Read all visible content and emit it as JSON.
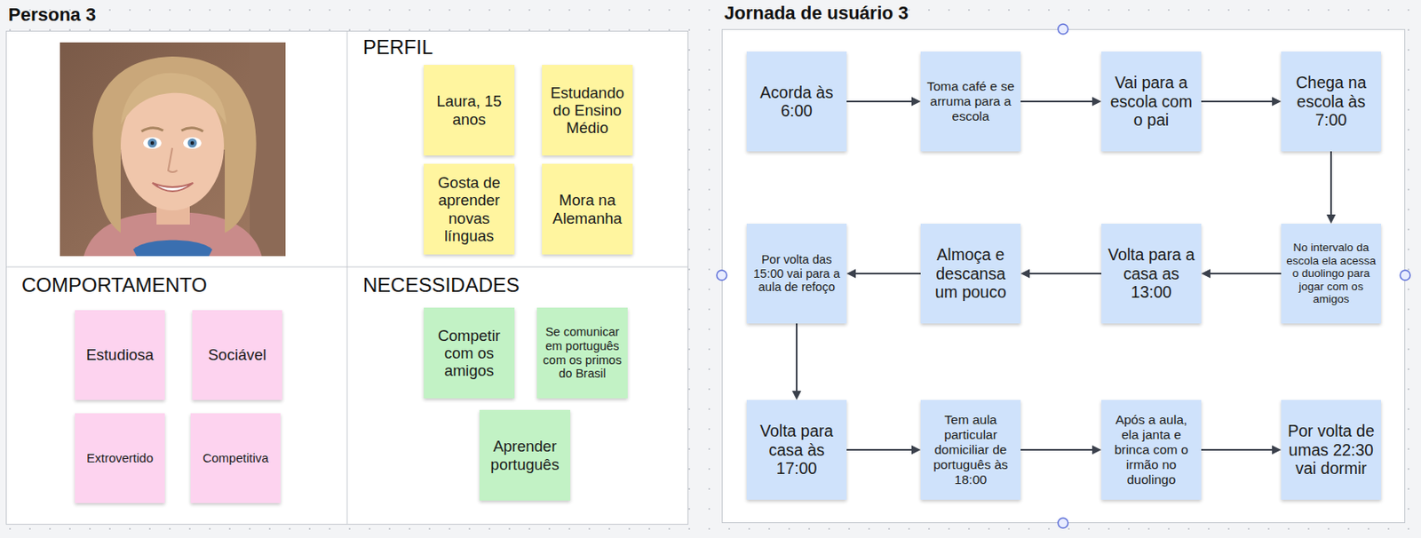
{
  "diagram": {
    "nodes": [
      {
        "text": [
          "Persona 3"
        ]
      },
      {
        "text": [
          "PERFIL"
        ],
        "in": 0
      },
      {
        "text": [
          "Laura, 15 anos"
        ],
        "in": 1
      },
      {
        "text": [
          "Estudando do Ensino Médio"
        ],
        "in": 1
      },
      {
        "text": [
          "Gosta de aprender novas línguas"
        ],
        "in": 1
      },
      {
        "text": [
          "Mora na Alemanha"
        ],
        "in": 1
      },
      {
        "text": [
          "COMPORTAMENTO"
        ],
        "in": 0
      },
      {
        "text": [
          "Estudiosa"
        ],
        "in": 6
      },
      {
        "text": [
          "Sociável"
        ],
        "in": 6
      },
      {
        "text": [
          "Extrovertido"
        ],
        "in": 6
      },
      {
        "text": [
          "Competitiva"
        ],
        "in": 6
      },
      {
        "text": [
          "NECESSIDADES"
        ],
        "in": 0
      },
      {
        "text": [
          "Competir com os amigos"
        ],
        "in": 11
      },
      {
        "text": [
          "Se comunicar em português com os primos do Brasil"
        ],
        "in": 11
      },
      {
        "text": [
          "Aprender português"
        ],
        "in": 11
      },
      {
        "text": [
          "Jornada de usuário 3"
        ]
      },
      {
        "text": [
          "Acorda às 6:00"
        ],
        "in": 15
      },
      {
        "text": [
          "Toma café e se arruma para a escola"
        ],
        "in": 15
      },
      {
        "text": [
          "Vai para a escola com o pai"
        ],
        "in": 15
      },
      {
        "text": [
          "Chega na escola às 7:00"
        ],
        "in": 15
      },
      {
        "text": [
          "No intervalo da escola ela acessa o duolingo para jogar com os amigos"
        ],
        "in": 15
      },
      {
        "text": [
          "Volta para a casa as 13:00"
        ],
        "in": 15
      },
      {
        "text": [
          "Almoça e descansa um pouco"
        ],
        "in": 15
      },
      {
        "text": [
          "Por volta das 15:00 vai para a aula de refoço"
        ],
        "in": 15
      },
      {
        "text": [
          "Volta para casa às 17:00"
        ],
        "in": 15
      },
      {
        "text": [
          "Tem aula particular domiciliar de português às 18:00"
        ],
        "in": 15
      },
      {
        "text": [
          "Após a aula, ela janta e brinca com o irmão no duolingo"
        ],
        "in": 15
      },
      {
        "text": [
          "Por volta de umas 22:30 vai dormir"
        ],
        "in": 15
      }
    ],
    "edges": [
      {
        "from": 16,
        "to": 17,
        "arrow": "to"
      },
      {
        "from": 17,
        "to": 18,
        "arrow": "to"
      },
      {
        "from": 18,
        "to": 19,
        "arrow": "to"
      },
      {
        "from": 19,
        "to": 20,
        "arrow": "to"
      },
      {
        "from": 20,
        "to": 21,
        "arrow": "to"
      },
      {
        "from": 21,
        "to": 22,
        "arrow": "to"
      },
      {
        "from": 22,
        "to": 23,
        "arrow": "to"
      },
      {
        "from": 23,
        "to": 24,
        "arrow": "to"
      },
      {
        "from": 24,
        "to": 25,
        "arrow": "to"
      },
      {
        "from": 25,
        "to": 26,
        "arrow": "to"
      },
      {
        "from": 26,
        "to": 27,
        "arrow": "to"
      }
    ]
  }
}
